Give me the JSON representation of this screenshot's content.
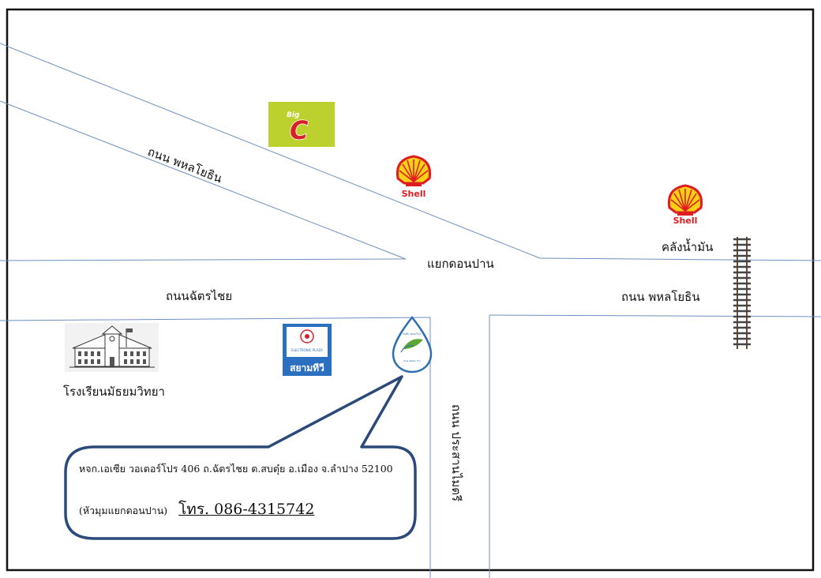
{
  "labels": {
    "road_phahon_left": "ถนน พหลโยธิน",
    "road_phahon_right": "ถนน พหลโยธิน",
    "intersection": "แยกดอนปาน",
    "road_chattrachai": "ถนนฉัตรไชย",
    "road_prasanmit": "ถนน ประสานไมตรี",
    "oil_depot": "คลังน้ำมัน",
    "school": "โรงเรียนมัธยมวิทยา",
    "siam_tv": "สยามทีวี",
    "siam_tv_small": "ELECTRONIC PLAZA"
  },
  "logos": {
    "bigc_top": "Big",
    "bigc_letter": "C",
    "shell_1": "Shell",
    "shell_2": "Shell",
    "water_text_top": "เอเชีย วอเตอร์โปร",
    "water_text_bottom": "Asia Water Pro"
  },
  "colors": {
    "road": "#6f8fbf",
    "bigc_bg": "#bdd12e",
    "bigc_c": "#d7222a",
    "shell_yellow": "#fcd116",
    "shell_red": "#dd1d21",
    "siam_blue": "#2b6fc0",
    "callout_border": "#2b4a7a",
    "water_drop": "#2f6fb0"
  },
  "callout": {
    "address": "หจก.เอเซีย วอเตอร์โปร  406 ถ.ฉัตรไชย ต.สบตุ๋ย อ.เมือง จ.ลำปาง 52100",
    "corner": "(หัวมุมแยกดอนปาน)",
    "phone": "โทร. 086-4315742"
  },
  "icons": [
    "bigc-logo-icon",
    "shell-logo-icon",
    "school-building-icon",
    "siam-tv-logo-icon",
    "water-drop-logo-icon",
    "railway-track-icon"
  ]
}
